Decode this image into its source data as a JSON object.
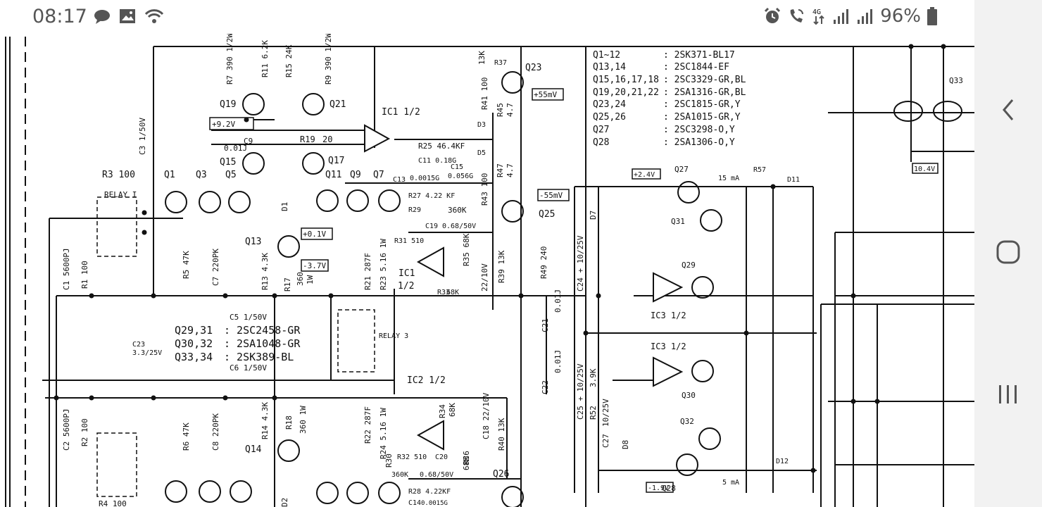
{
  "status_bar": {
    "time": "08:17",
    "left_icons": [
      "chat-bubble-icon",
      "image-icon",
      "wifi-calling-icon"
    ],
    "right_icons": [
      "alarm-icon",
      "volte-call-icon",
      "4g-data-icon",
      "signal-bars-icon",
      "signal-bars-icon",
      "battery-icon"
    ],
    "network": "4G",
    "battery": "96%"
  },
  "nav_bar": {
    "buttons": [
      "back",
      "home",
      "recents"
    ]
  },
  "schematic": {
    "labels": {
      "r3": "R3 100",
      "relay1": "RELAY I",
      "q1": "Q1",
      "q3": "Q3",
      "q5": "Q5",
      "q19": "Q19",
      "q21": "Q21",
      "q15": "Q15",
      "q17": "Q17",
      "q11": "Q11",
      "q9": "Q9",
      "q7": "Q7",
      "q13": "Q13",
      "q14": "Q14",
      "q23": "Q23",
      "q25": "Q25",
      "q26": "Q26",
      "q27": "Q27",
      "q28": "Q28",
      "q29": "Q29",
      "q30": "Q30",
      "q31": "Q31",
      "q32": "Q32",
      "q33": "Q33",
      "ic1_a": "IC1 1/2",
      "ic1_b": "IC1",
      "ic1_b2": "1/2",
      "ic2": "IC2 1/2",
      "ic3_a": "IC3 1/2",
      "ic3_b": "IC3 1/2",
      "relay3": "RELAY 3",
      "v92": "+9.2V",
      "v01": "+0.1V",
      "v37": "-3.7V",
      "v55p": "+55mV",
      "v55n": "-55mV",
      "c3": "C3 1/50V",
      "c9": "C9",
      "c9v": "0.01J",
      "r19": "R19",
      "n20": "20",
      "r25": "R25 46.4KF",
      "c11": "C11 0.18G",
      "c13": "C13",
      "c13v": "0.0015G",
      "c15": "C15",
      "c15v": "0.056G",
      "r27": "R27 4.22 KF",
      "r29": "R29",
      "r29v": "360K",
      "c19": "C19",
      "c19v": "0.68/50V",
      "r31": "R31 510",
      "r35": "R35 68K",
      "r33": "R33",
      "r33v": "68K",
      "c17": "22/10V",
      "r39": "R39 13K",
      "r37": "R37",
      "r37v": "13K",
      "r41": "R41 100",
      "r45": "R45",
      "r45v": "4.7",
      "d3": "D3",
      "d5": "D5",
      "r47": "R47",
      "r47v": "4.7",
      "r43": "R43 100",
      "r49": "R49 240",
      "c24": "C24 + 10/25V",
      "d7": "D7",
      "c21": "C21",
      "c21v": "0.01J",
      "c22": "C22",
      "c22v": "0.01J",
      "c25": "C25 + 10/25V",
      "r52": "R52",
      "r52v": "3.9K",
      "c27": "C27",
      "c27v": "10/25V",
      "d8": "D8",
      "c1": "C1 5600PJ",
      "r1": "R1 100",
      "r5": "R5 47K",
      "c7": "C7 220PK",
      "r13": "R13 4.3K",
      "r17": "R17",
      "r17v": "360",
      "r17w": "1W",
      "r21": "R21 287F",
      "r23": "R23 5.16 1W",
      "c5": "C5 1/50V",
      "c23": "C23",
      "c23v": "3.3/25V",
      "c6": "C6 1/50V",
      "c2": "C2 5600PJ",
      "r2": "R2 100",
      "r6": "R6 47K",
      "c8": "C8 220PK",
      "r14": "R14 4.3K",
      "r18": "R18",
      "r18v": "360 1W",
      "r22": "R22 287F",
      "r24": "R24 5.16 1W",
      "r34": "R34",
      "r34v": "68K",
      "c18": "C18 22/10V",
      "r40": "R40 13K",
      "r32": "R32 510",
      "c20": "C20",
      "r36": "R36",
      "r36v": "68K",
      "r30": "R30",
      "r30v": "360K",
      "r30c": "0.68/50V",
      "r28": "R28 4.22KF",
      "c14": "C14",
      "c14v": "0.0015G",
      "r4": "R4 100",
      "d1": "D1",
      "d2": "D2",
      "r7": "R7 390 1/2W",
      "r11": "R11 6.2K",
      "r15": "R15 24K",
      "r9": "R9 390 1/2W",
      "ma15": "15 mA",
      "r57": "R57",
      "d11": "D11",
      "d12": "D12",
      "ma5": "5 mA",
      "v24": "+2.4V",
      "v19": "-1.9V",
      "v10": "10.4V"
    },
    "legend": [
      {
        "part": "Q29,31",
        "type": ": 2SC2458-GR"
      },
      {
        "part": "Q30,32",
        "type": ": 2SA1048-GR"
      },
      {
        "part": "Q33,34",
        "type": ": 2SK389-BL"
      }
    ],
    "parts_table": [
      {
        "part": "Q1~12",
        "type": ": 2SK371-BL17"
      },
      {
        "part": "Q13,14",
        "type": ": 2SC1844-EF"
      },
      {
        "part": "Q15,16,17,18",
        "type": ": 2SC3329-GR,BL"
      },
      {
        "part": "Q19,20,21,22",
        "type": ": 2SA1316-GR,BL"
      },
      {
        "part": "Q23,24",
        "type": ": 2SC1815-GR,Y"
      },
      {
        "part": "Q25,26",
        "type": ": 2SA1015-GR,Y"
      },
      {
        "part": "Q27",
        "type": ": 2SC3298-O,Y"
      },
      {
        "part": "Q28",
        "type": ": 2SA1306-O,Y"
      }
    ]
  }
}
